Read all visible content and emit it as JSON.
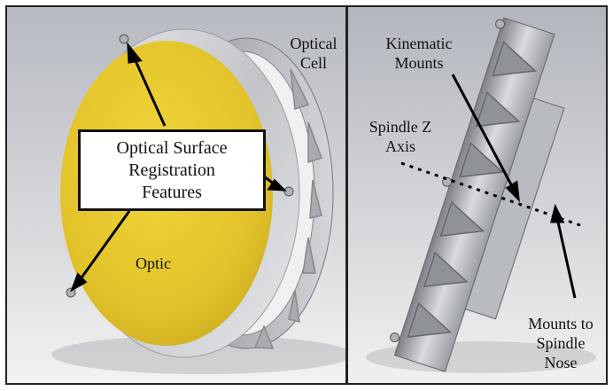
{
  "left_panel": {
    "callout": {
      "line1": "Optical Surface",
      "line2": "Registration",
      "line3": "Features"
    },
    "optical_cell_label": {
      "line1": "Optical",
      "line2": "Cell"
    },
    "optic_label": "Optic"
  },
  "right_panel": {
    "kinematic_label": {
      "line1": "Kinematic",
      "line2": "Mounts"
    },
    "spindle_axis_label": {
      "line1": "Spindle Z",
      "line2": "Axis"
    },
    "mounts_label": {
      "line1": "Mounts to",
      "line2": "Spindle",
      "line3": "Nose"
    }
  },
  "colors": {
    "optic_yellow": "#e5c62a",
    "cell_metal": "#c9ccd0",
    "background_gradient_top": "#b9bcc3",
    "background_gradient_bottom": "#f2f2f2",
    "arrow": "#000000"
  }
}
